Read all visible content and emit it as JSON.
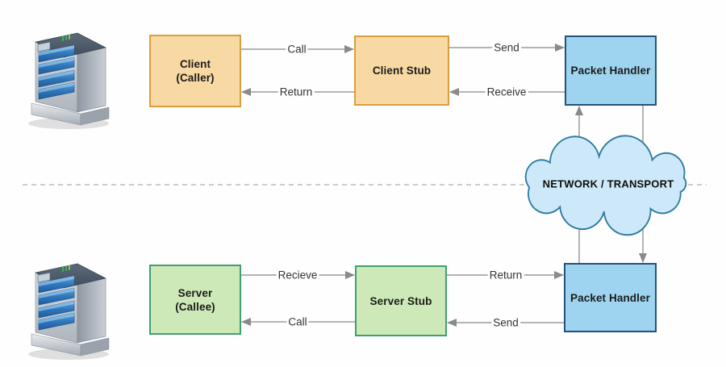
{
  "diagram": {
    "type": "rpc-architecture",
    "nodes": {
      "client": {
        "title": "Client",
        "subtitle": "(Caller)",
        "fill": "#F8D9A4",
        "border": "#DB9E3D"
      },
      "client_stub": {
        "label": "Client Stub",
        "fill": "#F8D9A4",
        "border": "#DB9E3D"
      },
      "packet_handler_top": {
        "label": "Packet Handler",
        "fill": "#9ED4F0",
        "border": "#23537A"
      },
      "server": {
        "title": "Server",
        "subtitle": "(Callee)",
        "fill": "#CDE9B7",
        "border": "#3FA06E"
      },
      "server_stub": {
        "label": "Server Stub",
        "fill": "#CDE9B7",
        "border": "#3FA06E"
      },
      "packet_handler_bottom": {
        "label": "Packet Handler",
        "fill": "#9ED4F0",
        "border": "#23537A"
      }
    },
    "cloud": {
      "label": "NETWORK / TRANSPORT",
      "fill": "#CDE9F9",
      "border": "#2E7D9E"
    },
    "edges": [
      {
        "label": "Call",
        "from": "client",
        "to": "client_stub"
      },
      {
        "label": "Return",
        "from": "client_stub",
        "to": "client"
      },
      {
        "label": "Send",
        "from": "client_stub",
        "to": "packet_handler_top"
      },
      {
        "label": "Receive",
        "from": "packet_handler_top",
        "to": "client_stub"
      },
      {
        "label": "Recieve",
        "from": "server",
        "to": "server_stub"
      },
      {
        "label": "Call",
        "from": "server_stub",
        "to": "server"
      },
      {
        "label": "Return",
        "from": "server_stub",
        "to": "packet_handler_bottom"
      },
      {
        "label": "Send",
        "from": "packet_handler_bottom",
        "to": "server_stub"
      },
      {
        "label": "",
        "from": "packet_handler_bottom",
        "to": "packet_handler_top"
      },
      {
        "label": "",
        "from": "packet_handler_top",
        "to": "packet_handler_bottom"
      }
    ],
    "icons": {
      "top_left": "server-tower-icon",
      "bottom_left": "server-tower-icon"
    },
    "colors": {
      "connector": "#9B9B9B",
      "arrowhead": "#8A8A8A",
      "divider_dashed": "#B0B0B0"
    }
  }
}
